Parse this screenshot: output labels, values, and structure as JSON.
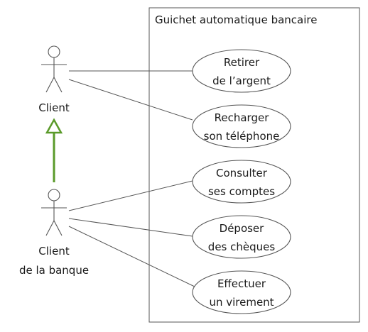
{
  "system": {
    "title": "Guichet automatique bancaire"
  },
  "actors": [
    {
      "id": "client",
      "lines": [
        "Client"
      ]
    },
    {
      "id": "client-banque",
      "lines": [
        "Client",
        "de la banque"
      ]
    }
  ],
  "use_cases": [
    {
      "id": "retirer",
      "lines": [
        "Retirer",
        "de l’argent"
      ]
    },
    {
      "id": "recharger",
      "lines": [
        "Recharger",
        "son téléphone"
      ]
    },
    {
      "id": "consulter",
      "lines": [
        "Consulter",
        "ses comptes"
      ]
    },
    {
      "id": "deposer",
      "lines": [
        "Déposer",
        "des chèques"
      ]
    },
    {
      "id": "effectuer",
      "lines": [
        "Effectuer",
        "un virement"
      ]
    }
  ],
  "colors": {
    "generalization": "#5a9a2a",
    "stroke": "#555555"
  }
}
